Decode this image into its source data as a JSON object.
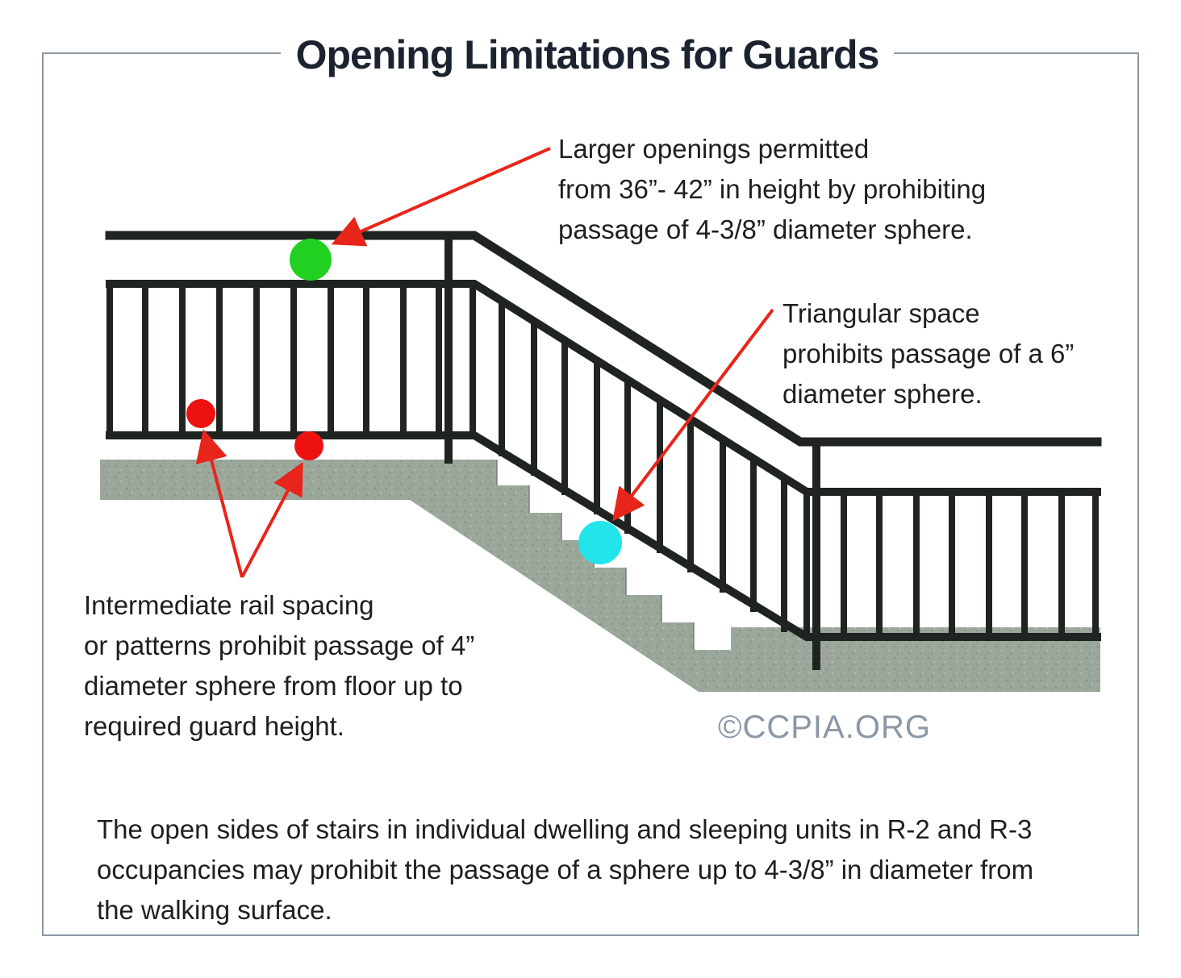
{
  "title": "Opening Limitations for Guards",
  "callouts": {
    "top_opening": {
      "lines": [
        "Larger openings permitted",
        "from 36”- 42” in height by prohibiting",
        "passage of 4-3/8” diameter sphere."
      ]
    },
    "triangular": {
      "lines": [
        "Triangular space",
        "prohibits passage of a 6”",
        "diameter sphere."
      ]
    },
    "intermediate": {
      "lines": [
        "Intermediate rail spacing",
        "or patterns prohibit passage of 4”",
        "diameter sphere from floor up to",
        "required guard height."
      ]
    }
  },
  "watermark": "©CCPIA.ORG",
  "footnote": {
    "lines": [
      "The open sides of stairs in individual dwelling and sleeping units in R-2 and R-3",
      "occupancies may prohibit the passage of a sphere up to 4-3/8” in diameter from",
      "the walking surface."
    ]
  },
  "colors": {
    "rail": "#1f2421",
    "sphere_top": "#22d022",
    "sphere_intermediate": "#ee1111",
    "sphere_triangular": "#22e4ea",
    "arrow": "#e8251b",
    "concrete": "#9aa69a",
    "frame": "#8a97a6"
  }
}
